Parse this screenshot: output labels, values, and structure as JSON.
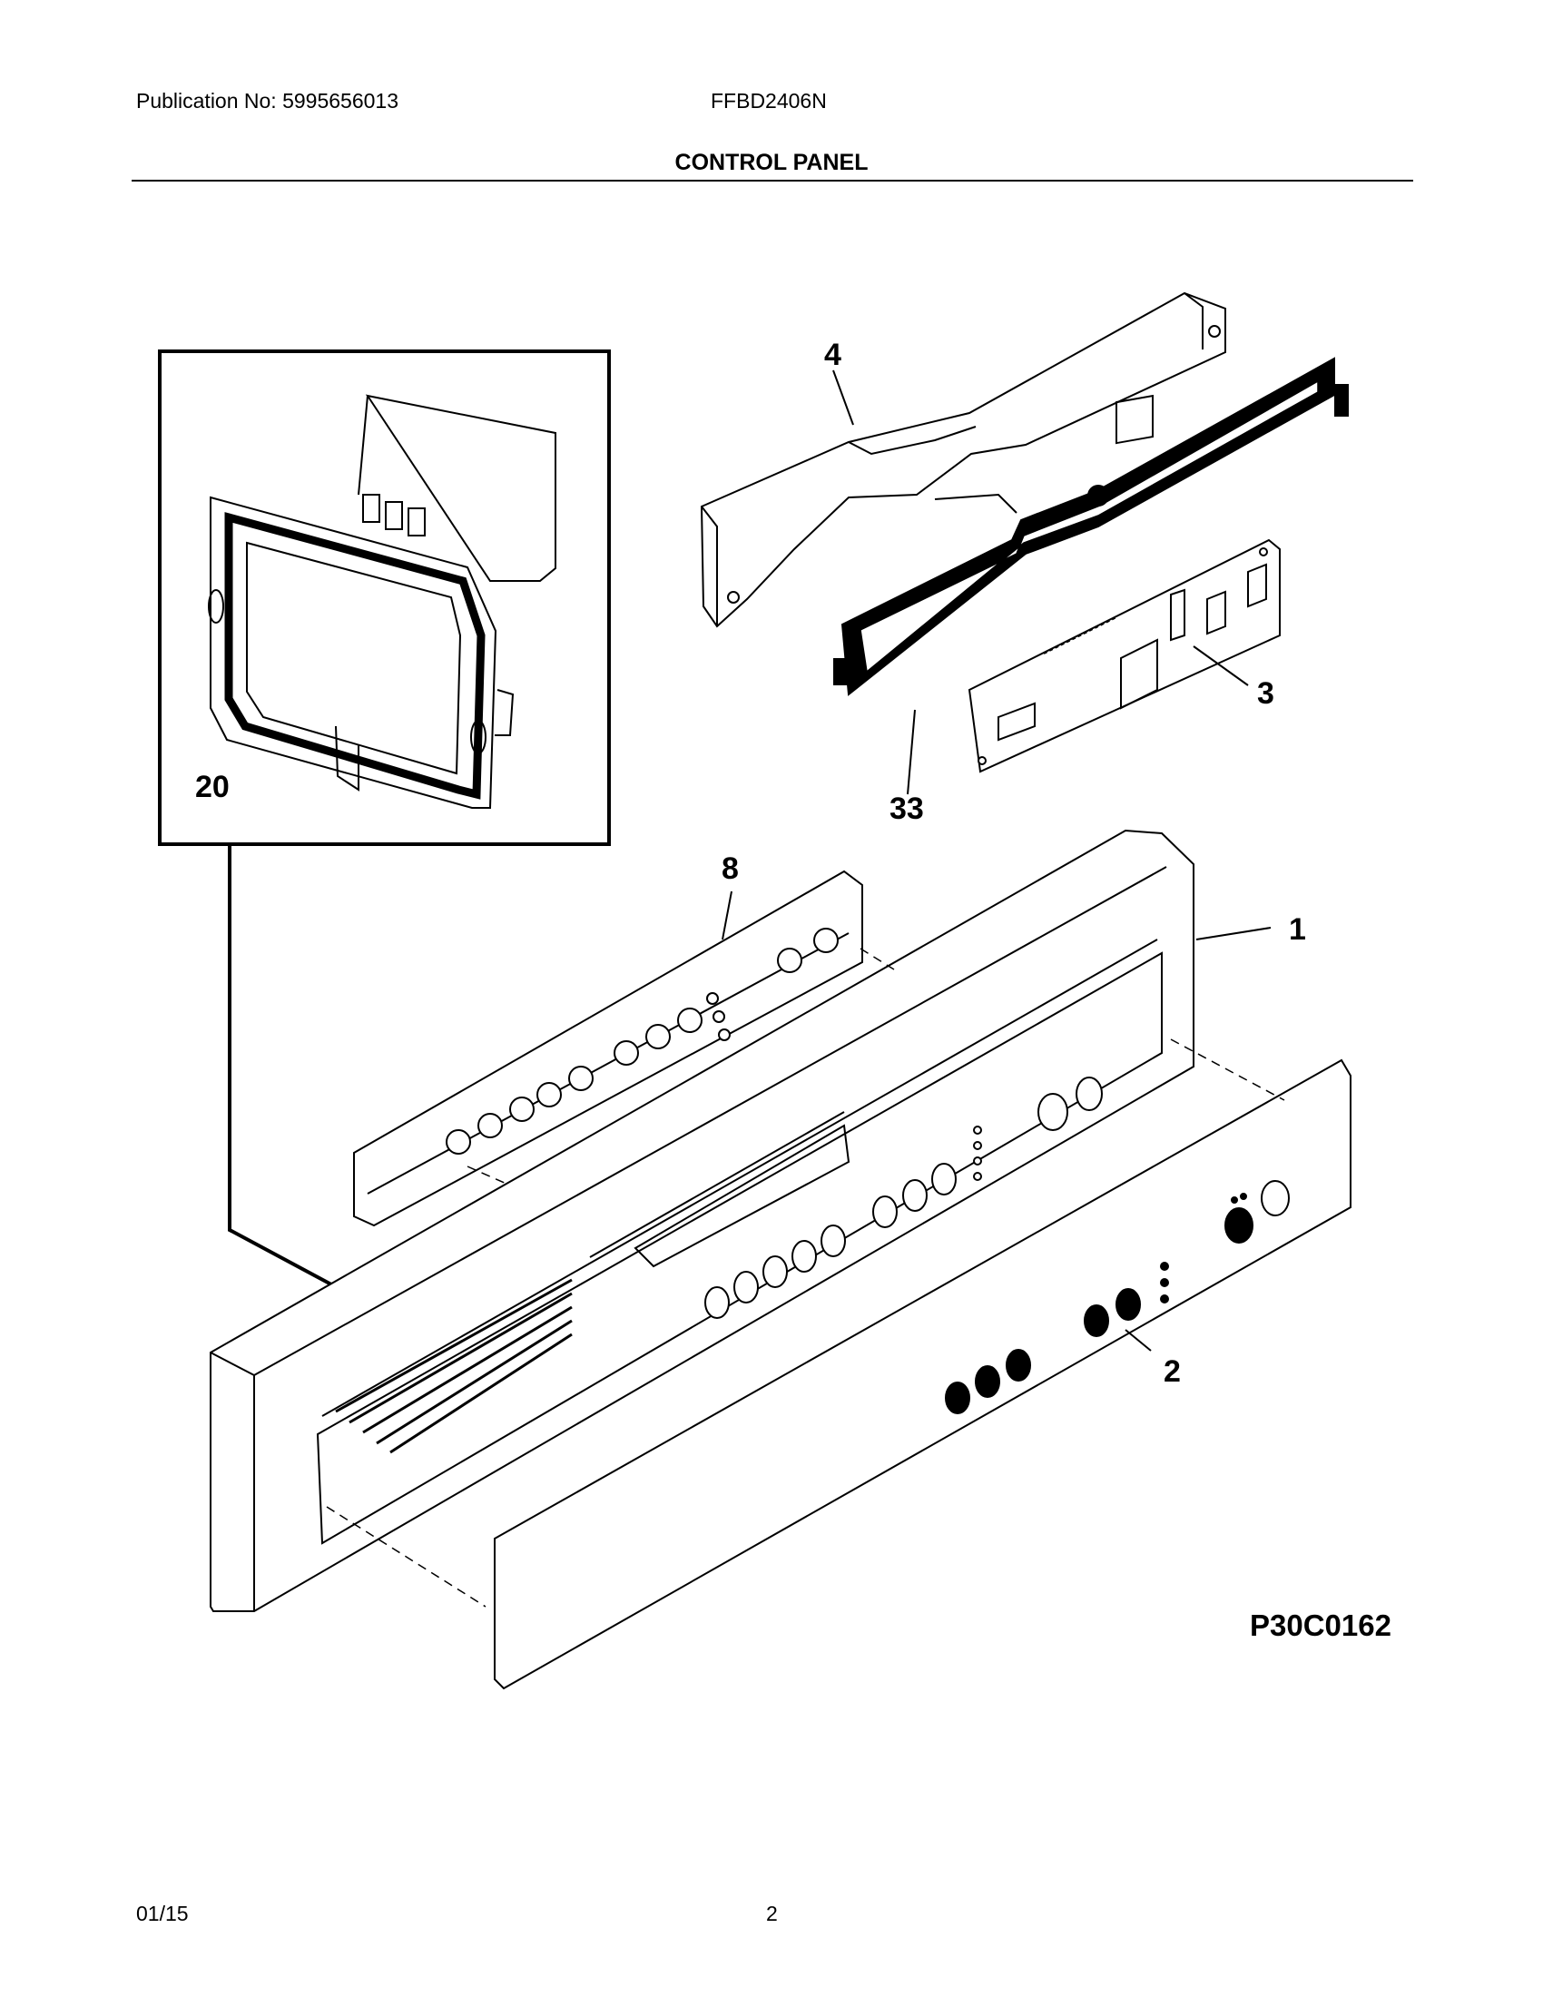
{
  "header": {
    "publication": "Publication No: 5995656013",
    "model": "FFBD2406N",
    "section_title": "CONTROL PANEL"
  },
  "callouts": {
    "part_1": "1",
    "part_2": "2",
    "part_3": "3",
    "part_4": "4",
    "part_8": "8",
    "part_20": "20",
    "part_33": "33"
  },
  "drawing_code": "P30C0162",
  "footer": {
    "date": "01/15",
    "page": "2"
  }
}
